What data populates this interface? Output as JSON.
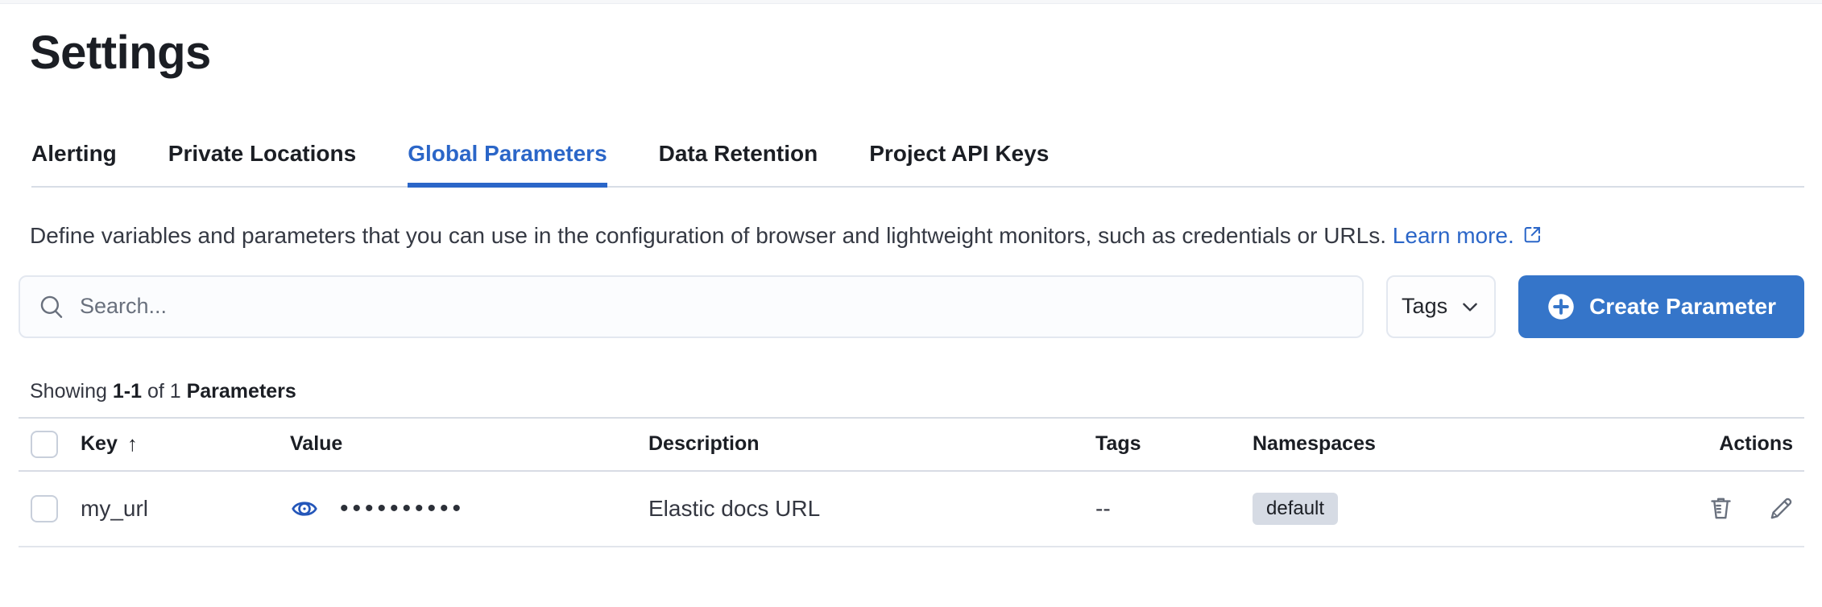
{
  "page": {
    "title": "Settings"
  },
  "tabs": [
    {
      "label": "Alerting",
      "active": false
    },
    {
      "label": "Private Locations",
      "active": false
    },
    {
      "label": "Global Parameters",
      "active": true
    },
    {
      "label": "Data Retention",
      "active": false
    },
    {
      "label": "Project API Keys",
      "active": false
    }
  ],
  "description": {
    "text": "Define variables and parameters that you can use in the configuration of browser and lightweight monitors, such as credentials or URLs.",
    "link_label": "Learn more."
  },
  "toolbar": {
    "search_placeholder": "Search...",
    "tags_label": "Tags",
    "create_label": "Create Parameter"
  },
  "summary": {
    "prefix": "Showing ",
    "range": "1-1",
    "middle": " of 1 ",
    "entity": "Parameters"
  },
  "table": {
    "columns": [
      "Key",
      "Value",
      "Description",
      "Tags",
      "Namespaces",
      "Actions"
    ],
    "sort": {
      "column": "Key",
      "direction": "ascending",
      "arrow": "↑"
    },
    "rows": [
      {
        "key": "my_url",
        "value_masked": "••••••••••",
        "description": "Elastic docs URL",
        "tags": "--",
        "namespace": "default"
      }
    ]
  },
  "colors": {
    "accent_blue": "#2B66C8",
    "button_blue": "#3575C9",
    "eye_icon_blue": "#2456B9",
    "badge_bg": "#D6DBE4",
    "icon_gray": "#69707D"
  }
}
